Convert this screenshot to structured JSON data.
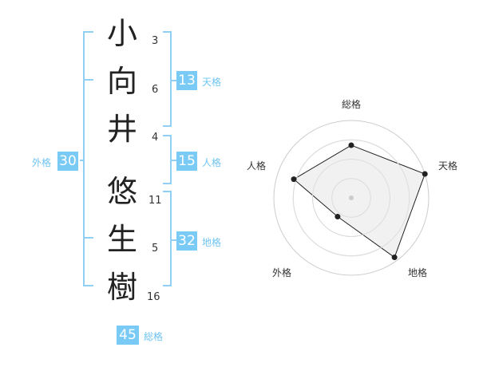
{
  "name": {
    "chars": [
      {
        "char": "小",
        "strokes": "3"
      },
      {
        "char": "向",
        "strokes": "6"
      },
      {
        "char": "井",
        "strokes": "4"
      },
      {
        "char": "悠",
        "strokes": "11"
      },
      {
        "char": "生",
        "strokes": "5"
      },
      {
        "char": "樹",
        "strokes": "16"
      }
    ]
  },
  "kakusu": {
    "tenkaku": {
      "value": "13",
      "label": "天格"
    },
    "jinkaku": {
      "value": "15",
      "label": "人格"
    },
    "chikaku": {
      "value": "32",
      "label": "地格"
    },
    "gaikaku": {
      "value": "30",
      "label": "外格"
    },
    "soukaku": {
      "value": "45",
      "label": "総格"
    }
  },
  "colors": {
    "accent": "#79cbf6",
    "accent_text": "#6fc4f2",
    "bracket": "#8fd0f4",
    "radar_fill": "#eeeeee",
    "radar_line": "#222222",
    "grid": "#cccccc"
  },
  "chart_data": {
    "type": "radar",
    "axes": [
      "総格",
      "天格",
      "地格",
      "外格",
      "人格"
    ],
    "values": [
      0.68,
      1.0,
      0.95,
      0.3,
      0.78
    ],
    "rmax": 1.0,
    "grid_rings": 4
  }
}
